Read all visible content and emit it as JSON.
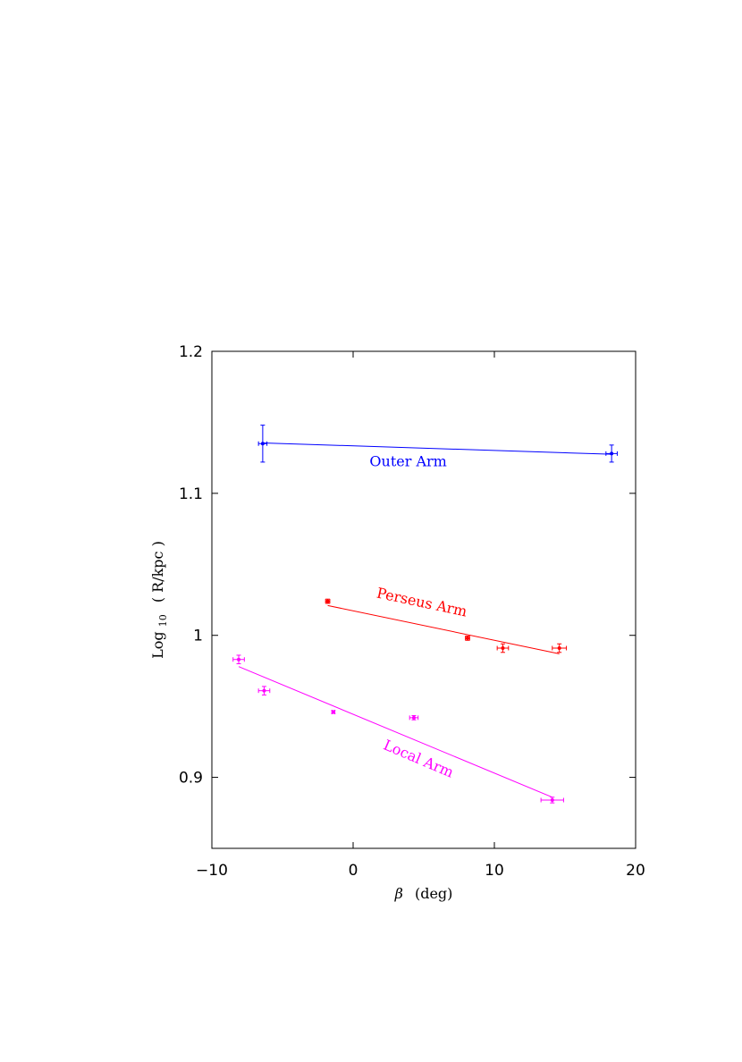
{
  "chart_data": {
    "type": "scatter",
    "xlabel": {
      "symbol": "β",
      "text": "(deg)"
    },
    "ylabel": {
      "base": "Log",
      "sub": "10",
      "text": "( R/kpc )"
    },
    "xlim": [
      -10,
      20
    ],
    "ylim": [
      0.85,
      1.2
    ],
    "x_ticks": [
      -10,
      0,
      10,
      20
    ],
    "x_tick_labels": [
      "−10",
      "0",
      "10",
      "20"
    ],
    "y_ticks": [
      0.9,
      1.0,
      1.1,
      1.2
    ],
    "y_tick_labels": [
      "0.9",
      "1",
      "1.1",
      "1.2"
    ],
    "grid": false,
    "series": [
      {
        "name": "Outer Arm",
        "color": "#0000ff",
        "points": [
          {
            "x": -6.4,
            "y": 1.135,
            "xerr": 0.3,
            "yerr": 0.013
          },
          {
            "x": 18.3,
            "y": 1.128,
            "xerr": 0.4,
            "yerr": 0.006
          }
        ],
        "fit": [
          [
            -6.4,
            1.1355
          ],
          [
            18.3,
            1.1275
          ]
        ]
      },
      {
        "name": "Perseus Arm",
        "color": "#ff0000",
        "points": [
          {
            "x": -1.8,
            "y": 1.024,
            "xerr": 0.15,
            "yerr": 0.0015
          },
          {
            "x": 8.1,
            "y": 0.998,
            "xerr": 0.15,
            "yerr": 0.0015
          },
          {
            "x": 10.6,
            "y": 0.991,
            "xerr": 0.4,
            "yerr": 0.003
          },
          {
            "x": 14.6,
            "y": 0.991,
            "xerr": 0.5,
            "yerr": 0.003
          }
        ],
        "fit": [
          [
            -1.8,
            1.021
          ],
          [
            14.6,
            0.987
          ]
        ]
      },
      {
        "name": "Local Arm",
        "color": "#ff00ff",
        "points": [
          {
            "x": -8.1,
            "y": 0.983,
            "xerr": 0.4,
            "yerr": 0.003
          },
          {
            "x": -6.3,
            "y": 0.961,
            "xerr": 0.4,
            "yerr": 0.003
          },
          {
            "x": -1.4,
            "y": 0.946,
            "xerr": 0.1,
            "yerr": 0.001
          },
          {
            "x": 4.3,
            "y": 0.942,
            "xerr": 0.3,
            "yerr": 0.0015
          },
          {
            "x": 14.1,
            "y": 0.884,
            "xerr": 0.8,
            "yerr": 0.002
          }
        ],
        "fit": [
          [
            -8.1,
            0.978
          ],
          [
            14.1,
            0.886
          ]
        ]
      }
    ],
    "annotations": [
      {
        "series": "Outer Arm",
        "text": "Outer Arm",
        "x": 3.9,
        "y": 1.119,
        "angle": 0
      },
      {
        "series": "Perseus Arm",
        "text": "Perseus Arm",
        "x": 4.8,
        "y": 1.02,
        "angle": 12
      },
      {
        "series": "Local Arm",
        "text": "Local Arm",
        "x": 4.5,
        "y": 0.91,
        "angle": 23
      }
    ]
  }
}
